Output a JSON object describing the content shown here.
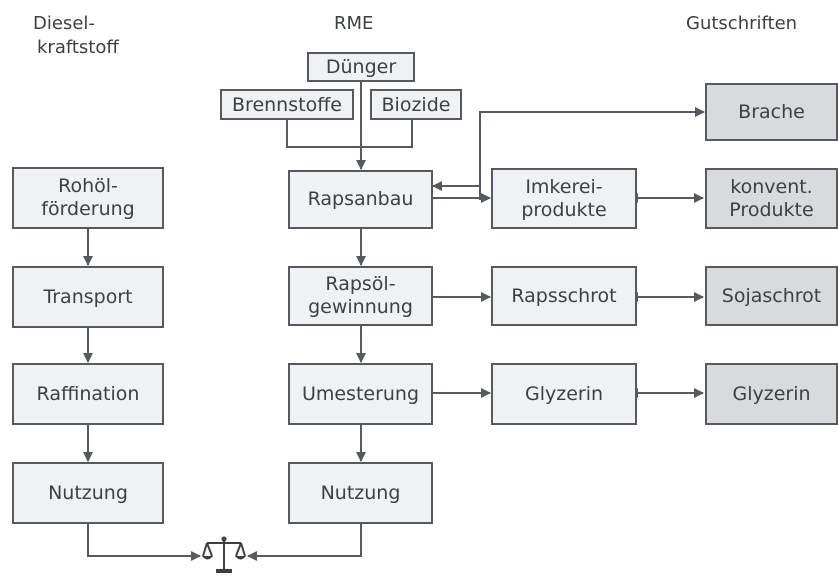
{
  "headers": {
    "diesel": [
      "Diesel-",
      "kraftstoff"
    ],
    "rme": "RME",
    "credits": "Gutschriften"
  },
  "inputs": {
    "duenger": "Dünger",
    "brennstoffe": "Brennstoffe",
    "biozide": "Biozide"
  },
  "diesel_chain": [
    [
      "Rohöl-",
      "förderung"
    ],
    [
      "Transport"
    ],
    [
      "Raffination"
    ],
    [
      "Nutzung"
    ]
  ],
  "rme_chain": [
    [
      "Rapsanbau"
    ],
    [
      "Rapsöl-",
      "gewinnung"
    ],
    [
      "Umesterung"
    ],
    [
      "Nutzung"
    ]
  ],
  "byproducts": [
    [
      "Imkerei-",
      "produkte"
    ],
    [
      "Rapsschrot"
    ],
    [
      "Glyzerin"
    ]
  ],
  "credits": [
    [
      "Brache"
    ],
    [
      "konvent.",
      "Produkte"
    ],
    [
      "Sojaschrot"
    ],
    [
      "Glyzerin"
    ]
  ],
  "icons": {
    "comparison": "balance-scale-icon"
  },
  "colors": {
    "line": "#565a60",
    "box_fill": "#f0f1f2",
    "credit_fill": "#d9dadc",
    "text": "#3c3f44"
  }
}
